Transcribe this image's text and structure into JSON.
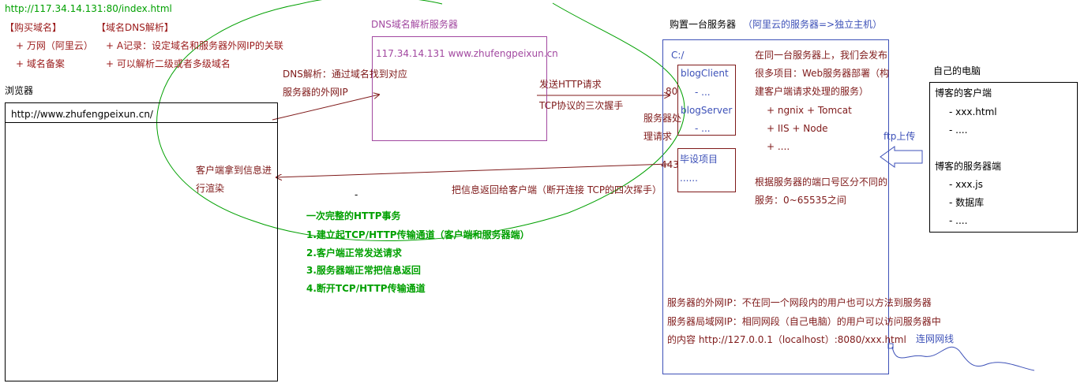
{
  "url_top": "http://117.34.14.131:80/index.html",
  "buy_domain": {
    "title": "【购买域名】",
    "items": [
      "+ 万网（阿里云）",
      "+ 域名备案"
    ]
  },
  "dns_resolve": {
    "title": "【域名DNS解析】",
    "items": [
      "+ A记录：设定域名和服务器外网IP的关联",
      "+ 可以解析二级或者多级域名"
    ]
  },
  "browser": {
    "label": "浏览器",
    "address": "http://www.zhufengpeixun.cn/",
    "render_text": [
      "客户端拿到信息进",
      "行渲染"
    ]
  },
  "dns_server": {
    "title": "DNS域名解析服务器",
    "ip_domain": "117.34.14.131     www.zhufengpeixun.cn",
    "resolve_note": [
      "DNS解析：通过域名找到对应",
      "服务器的外网IP"
    ]
  },
  "request": {
    "send": "发送HTTP请求",
    "handshake": "TCP协议的三次握手",
    "process": [
      "服务器处",
      "理请求"
    ],
    "response": "把信息返回给客户端（断开连接 TCP的四次挥手）"
  },
  "server": {
    "title": "购置一台服务器",
    "title_note": "（阿里云的服务器=>独立主机）",
    "drive": "C:/",
    "port_80": "80",
    "port_443": "443",
    "blog_client": "blogClient",
    "blog_client_sub": "- ...",
    "blog_server": "blogServer",
    "blog_server_sub": "- ...",
    "grad_project": "毕设项目",
    "grad_dots": "......",
    "desc": [
      "在同一台服务器上，我们会发布",
      "很多项目：Web服务器部署（构",
      "建客户端请求处理的服务）"
    ],
    "software": [
      "+ ngnix    + Tomcat",
      "+ IIS   + Node",
      "+ ...."
    ],
    "port_note": [
      "根据服务器的端口号区分不同的",
      "服务：0~65535之间"
    ],
    "ip_notes": [
      "服务器的外网IP：不在同一个网段内的用户也可以方法到服务器",
      "服务器局域网IP：相同网段（自己电脑）的用户可以访问服务器中",
      "的内容    http://127.0.0.1（localhost）:8080/xxx.html"
    ],
    "network_cable": "连网网线"
  },
  "transaction": {
    "title": "一次完整的HTTP事务",
    "steps": [
      "1.建立起TCP/HTTP传输通道（客户端和服务器端）",
      "2.客户端正常发送请求",
      "3.服务器端正常把信息返回",
      "4.断开TCP/HTTP传输通道"
    ]
  },
  "my_pc": {
    "title": "自己的电脑",
    "client_title": "博客的客户端",
    "client_items": [
      "- xxx.html",
      "- ...."
    ],
    "server_title": "博客的服务器端",
    "server_items": [
      "- xxx.js",
      "- 数据库",
      "- ...."
    ],
    "ftp": "ftp上传"
  },
  "stray_mark": "-",
  "colors": {
    "green": "#00a000",
    "dark_red": "#7f1a1a",
    "blue": "#3d51b8",
    "purple": "#a248a0"
  }
}
